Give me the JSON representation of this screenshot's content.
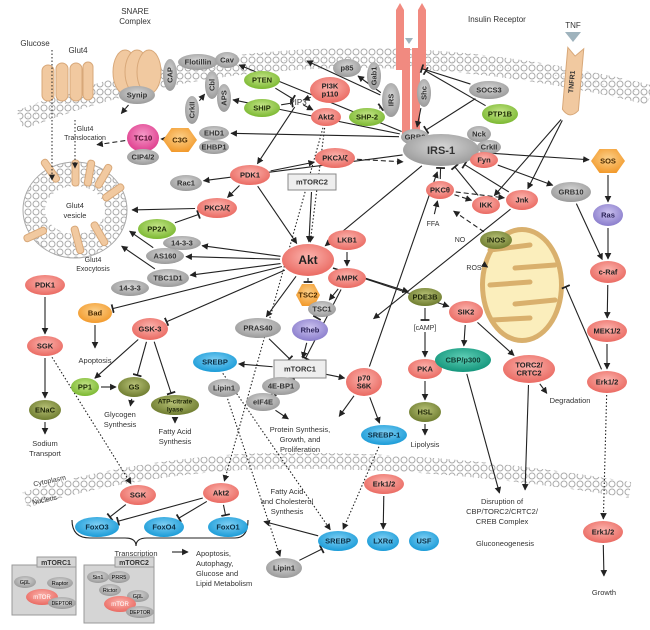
{
  "title": "Insulin Receptor Signaling",
  "colors": {
    "red": "#ef7f78",
    "gray": "#a8a8a8",
    "green": "#8cc63f",
    "olive": "#7d8c3a",
    "orange": "#f5a33b",
    "blue": "#27a9e1",
    "purple": "#9c8fd6",
    "teal": "#1aa58a",
    "pink": "#e64f9a",
    "tan": "#f1c9a0",
    "membrane": "#c9c9c9",
    "receptor": "#f18a80"
  },
  "labels": {
    "glucose": "Glucose",
    "glut4": "Glut4",
    "snare": "SNARE",
    "complex": "Complex",
    "insulin_receptor": "Insulin Receptor",
    "tnf": "TNF",
    "tnfr1": "TNFR1",
    "glut4_transloc_1": "Glut4",
    "glut4_transloc_2": "Translocation",
    "vesicle_1": "Glut4",
    "vesicle_2": "vesicle",
    "exocytosis_1": "Glut4",
    "exocytosis_2": "Exocytosis",
    "pip3": "PIP3",
    "ffa": "FFA",
    "no": "NO",
    "ros": "ROS",
    "camp": "[cAMP]",
    "apoptosis": "Apoptosis",
    "glycogen_1": "Glycogen",
    "glycogen_2": "Synthesis",
    "fatty_1": "Fatty Acid",
    "fatty_2": "Synthesis",
    "sodium_1": "Sodium",
    "sodium_2": "Transport",
    "protein_1": "Protein Synthesis,",
    "protein_2": "Growth, and",
    "protein_3": "Proliferation",
    "lipolysis": "Lipolysis",
    "degradation": "Degradation",
    "cytoplasm": "Cytoplasm",
    "nucleus": "Nucleus",
    "fa_chol_1": "Fatty Acid",
    "fa_chol_2": "and Cholesterol",
    "fa_chol_3": "Synthesis",
    "disrupt_1": "Disruption of",
    "disrupt_2": "CBP/TORC2/CRTC2/",
    "disrupt_3": "CREB Complex",
    "gluconeo": "Gluconeogenesis",
    "transcription": "Transcription",
    "outcome_1": "Apoptosis,",
    "outcome_2": "Autophagy,",
    "outcome_3": "Glucose and",
    "outcome_4": "Lipid Metabolism",
    "growth": "Growth",
    "mtorc1_box": "mTORC1",
    "mtorc2_box": "mTORC2"
  },
  "nodes": [
    {
      "id": "synip",
      "label": "Synip",
      "color": "gray"
    },
    {
      "id": "cap",
      "label": "CAP",
      "color": "gray"
    },
    {
      "id": "flotillin",
      "label": "Flotillin",
      "color": "gray"
    },
    {
      "id": "cav",
      "label": "Cav",
      "color": "gray"
    },
    {
      "id": "cbl",
      "label": "Cbl",
      "color": "gray"
    },
    {
      "id": "aps",
      "label": "APS",
      "color": "gray"
    },
    {
      "id": "crkii_a",
      "label": "CrkII",
      "color": "gray"
    },
    {
      "id": "c3g",
      "label": "C3G",
      "color": "orange"
    },
    {
      "id": "tc10",
      "label": "TC10",
      "color": "pink"
    },
    {
      "id": "cip42",
      "label": "CIP4/2",
      "color": "gray"
    },
    {
      "id": "ehd1",
      "label": "EHD1",
      "color": "gray"
    },
    {
      "id": "ehbp1",
      "label": "EHBP1",
      "color": "gray"
    },
    {
      "id": "rac1",
      "label": "Rac1",
      "color": "gray"
    },
    {
      "id": "pten",
      "label": "PTEN",
      "color": "green"
    },
    {
      "id": "ship",
      "label": "SHIP",
      "color": "green"
    },
    {
      "id": "pi3k",
      "label": "PI3K\np110",
      "color": "red"
    },
    {
      "id": "p85",
      "label": "p85",
      "color": "gray"
    },
    {
      "id": "gab1",
      "label": "Gab1",
      "color": "gray"
    },
    {
      "id": "akt2_top",
      "label": "Akt2",
      "color": "red"
    },
    {
      "id": "shp2",
      "label": "SHP-2",
      "color": "green"
    },
    {
      "id": "irs",
      "label": "IRS",
      "color": "gray"
    },
    {
      "id": "shc",
      "label": "Shc",
      "color": "gray"
    },
    {
      "id": "socs3",
      "label": "SOCS3",
      "color": "gray"
    },
    {
      "id": "ptp1b",
      "label": "PTP1B",
      "color": "green"
    },
    {
      "id": "grb2",
      "label": "GRB2",
      "color": "gray"
    },
    {
      "id": "irs1",
      "label": "IRS-1",
      "color": "gray"
    },
    {
      "id": "nck",
      "label": "Nck",
      "color": "gray"
    },
    {
      "id": "crkii_b",
      "label": "CrkII",
      "color": "gray"
    },
    {
      "id": "fyn",
      "label": "Fyn",
      "color": "red"
    },
    {
      "id": "pdk1_top",
      "label": "PDK1",
      "color": "red"
    },
    {
      "id": "pkc_lz_top",
      "label": "PKCλ/ζ",
      "color": "red"
    },
    {
      "id": "pkc_lz_left",
      "label": "PKCλ/ζ",
      "color": "red"
    },
    {
      "id": "mtorc2",
      "label": "mTORC2",
      "color": "box"
    },
    {
      "id": "pp2a",
      "label": "PP2A",
      "color": "green"
    },
    {
      "id": "p1433_a",
      "label": "14-3-3",
      "color": "gray"
    },
    {
      "id": "as160",
      "label": "AS160",
      "color": "gray"
    },
    {
      "id": "tbc1d1",
      "label": "TBC1D1",
      "color": "gray"
    },
    {
      "id": "p1433_b",
      "label": "14-3-3",
      "color": "gray"
    },
    {
      "id": "akt",
      "label": "Akt",
      "color": "red"
    },
    {
      "id": "lkb1",
      "label": "LKB1",
      "color": "red"
    },
    {
      "id": "ampk",
      "label": "AMPK",
      "color": "red"
    },
    {
      "id": "tsc2",
      "label": "TSC2",
      "color": "orange"
    },
    {
      "id": "tsc1",
      "label": "TSC1",
      "color": "gray"
    },
    {
      "id": "rheb",
      "label": "Rheb",
      "color": "purple"
    },
    {
      "id": "pkctheta",
      "label": "PKCθ",
      "color": "red"
    },
    {
      "id": "ikk",
      "label": "IKK",
      "color": "red"
    },
    {
      "id": "jnk",
      "label": "Jnk",
      "color": "red"
    },
    {
      "id": "inos",
      "label": "iNOS",
      "color": "olive"
    },
    {
      "id": "grb10",
      "label": "GRB10",
      "color": "gray"
    },
    {
      "id": "sos",
      "label": "SOS",
      "color": "orange"
    },
    {
      "id": "ras",
      "label": "Ras",
      "color": "purple"
    },
    {
      "id": "craf",
      "label": "c-Raf",
      "color": "red"
    },
    {
      "id": "mek12",
      "label": "MEK1/2",
      "color": "red"
    },
    {
      "id": "erk12_a",
      "label": "Erk1/2",
      "color": "red"
    },
    {
      "id": "pdk1_left",
      "label": "PDK1",
      "color": "red"
    },
    {
      "id": "sgk_top",
      "label": "SGK",
      "color": "red"
    },
    {
      "id": "enac",
      "label": "ENaC",
      "color": "olive"
    },
    {
      "id": "bad",
      "label": "Bad",
      "color": "orange"
    },
    {
      "id": "gsk3",
      "label": "GSK-3",
      "color": "red"
    },
    {
      "id": "pp1",
      "label": "PP1",
      "color": "green"
    },
    {
      "id": "gs",
      "label": "GS",
      "color": "olive"
    },
    {
      "id": "atp",
      "label": "ATP-citrate\nlyase",
      "color": "olive"
    },
    {
      "id": "srebp_a",
      "label": "SREBP",
      "color": "blue"
    },
    {
      "id": "lipin1_a",
      "label": "Lipin1",
      "color": "gray"
    },
    {
      "id": "pras40",
      "label": "PRAS40",
      "color": "gray"
    },
    {
      "id": "mtorc1",
      "label": "mTORC1",
      "color": "box"
    },
    {
      "id": "ebp1",
      "label": "4E-BP1",
      "color": "gray"
    },
    {
      "id": "eif4e",
      "label": "eIF4E",
      "color": "gray"
    },
    {
      "id": "p70",
      "label": "p70\nS6K",
      "color": "red"
    },
    {
      "id": "srebp1",
      "label": "SREBP-1",
      "color": "blue"
    },
    {
      "id": "pde3b",
      "label": "PDE3B",
      "color": "olive"
    },
    {
      "id": "pka",
      "label": "PKA",
      "color": "red"
    },
    {
      "id": "hsl",
      "label": "HSL",
      "color": "olive"
    },
    {
      "id": "sik2",
      "label": "SIK2",
      "color": "red"
    },
    {
      "id": "cbp",
      "label": "CBP/p300",
      "color": "teal"
    },
    {
      "id": "torc2",
      "label": "TORC2/\nCRTC2",
      "color": "red"
    },
    {
      "id": "sgk_nuc",
      "label": "SGK",
      "color": "red"
    },
    {
      "id": "akt2_nuc",
      "label": "Akt2",
      "color": "red"
    },
    {
      "id": "foxo3",
      "label": "FoxO3",
      "color": "blue"
    },
    {
      "id": "foxo4",
      "label": "FoxO4",
      "color": "blue"
    },
    {
      "id": "foxo1",
      "label": "FoxO1",
      "color": "blue"
    },
    {
      "id": "erk12_nuc",
      "label": "Erk1/2",
      "color": "red"
    },
    {
      "id": "srebp_nuc",
      "label": "SREBP",
      "color": "blue"
    },
    {
      "id": "lxra",
      "label": "LXRα",
      "color": "blue"
    },
    {
      "id": "usf",
      "label": "USF",
      "color": "blue"
    },
    {
      "id": "lipin1_nuc",
      "label": "Lipin1",
      "color": "gray"
    },
    {
      "id": "erk12_b",
      "label": "Erk1/2",
      "color": "red"
    }
  ],
  "legend": {
    "mtorc1": [
      "GβL",
      "Raptor",
      "mTOR",
      "DEPTOR"
    ],
    "mtorc2": [
      "Sin1",
      "PRR5",
      "Rictor",
      "GβL",
      "mTOR",
      "DEPTOR"
    ]
  }
}
